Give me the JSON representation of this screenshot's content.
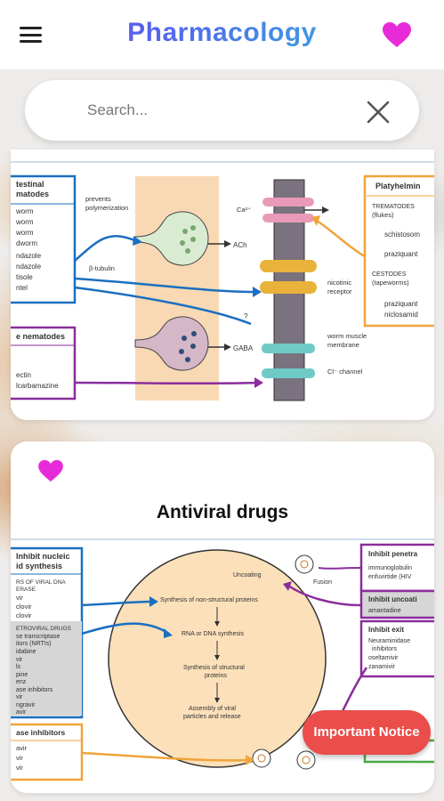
{
  "header": {
    "title": "Pharmacology"
  },
  "search": {
    "placeholder": "Search..."
  },
  "cards": [
    {
      "figure": {
        "left_panel": {
          "heading1": "testinal",
          "heading2": "matodes",
          "items": [
            "worm",
            "worm",
            "worm",
            "dworm",
            "ndazole",
            "ndazole",
            "tisole",
            "ntel"
          ],
          "sub_heading": "e nematodes",
          "sub_items": [
            "ectin",
            "lcarbamazine"
          ]
        },
        "labels": {
          "prevents": "prevents",
          "polymerization": "polymerization",
          "tubulin": "β-tubulin",
          "ach": "ACh",
          "gaba": "GABA",
          "ca": "Ca²⁺",
          "nicotinic": "nicotinic",
          "receptor": "receptor",
          "worm_muscle": "worm muscle",
          "membrane": "membrane",
          "cl_channel": "Cl⁻ channel",
          "question": "?"
        },
        "right_panel": {
          "heading": "Platyhelmin",
          "trematodes": "TREMATODES",
          "flukes": "(flukes)",
          "schistosomi": "schistosom",
          "praziquantel1": "praziquant",
          "cestodes": "CESTODES",
          "tapeworms": "(tapeworms)",
          "praziquantel2": "praziquant",
          "niclosamide": "niclosamid"
        }
      }
    },
    {
      "title": "Antiviral drugs",
      "figure": {
        "left_panel": {
          "heading1": "Inhibit nucleic",
          "heading2": "id synthesis",
          "items": [
            "RS OF VIRAL DNA",
            "ERASE",
            "vir",
            "clovir",
            "clovir"
          ],
          "retro_heading": "ETROVIRAL DRUGS",
          "retro_items": [
            "se transcriptase",
            "itors (NRTIs)",
            "idabine",
            "vir",
            "ls",
            "pine",
            "enz",
            "ase inhibitors",
            "vir",
            "ngravir",
            "avir"
          ],
          "bottom_heading": "ase inhibitors",
          "bottom_items": [
            "avir",
            "vir",
            "vir"
          ]
        },
        "steps": [
          "Uncoating",
          "Synthesis of non-structural proteins",
          "RNA or DNA synthesis",
          "Synthesis of structural",
          "proteins",
          "Assembly of viral",
          "particles and release",
          "Fusion"
        ],
        "right_panel": {
          "penetration_heading": "Inhibit penetra",
          "penetration_items": [
            "immunoglobulin",
            "enfuvirtide (HIV"
          ],
          "uncoating_heading": "Inhibit uncoati",
          "uncoating_items": [
            "amantadine"
          ],
          "exit_heading": "Inhibit exit",
          "exit_items": [
            "Neuraminidase",
            "inhibitors",
            "oseltamivir",
            "zanamivir"
          ]
        }
      }
    }
  ],
  "fab": {
    "label": "Important Notice"
  },
  "colors": {
    "accent_heart": "#e82bd8",
    "fab": "#ea4d4a",
    "title_gradient_start": "#6a3cf0",
    "title_gradient_end": "#35c2d8"
  }
}
